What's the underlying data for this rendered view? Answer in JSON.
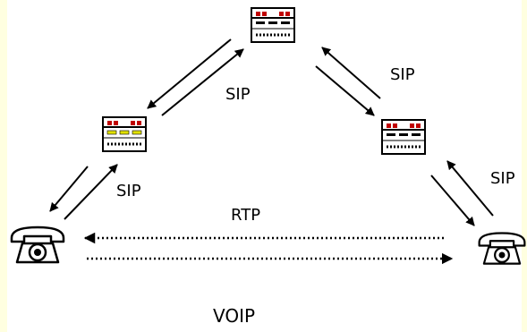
{
  "diagram": {
    "title": "VOIP",
    "signaling_label": "SIP",
    "media_label": "RTP",
    "nodes": [
      {
        "id": "server-top",
        "icon": "sip-server-icon"
      },
      {
        "id": "server-left",
        "icon": "sip-server-icon"
      },
      {
        "id": "server-right",
        "icon": "sip-server-icon"
      },
      {
        "id": "phone-left",
        "icon": "telephone-icon"
      },
      {
        "id": "phone-right",
        "icon": "telephone-icon"
      }
    ]
  },
  "colors": {
    "background": "#ffffe0",
    "canvas": "#ffffff",
    "ink": "#000000",
    "server_led": "#c00000",
    "server_led_alt": "#e0e000"
  }
}
